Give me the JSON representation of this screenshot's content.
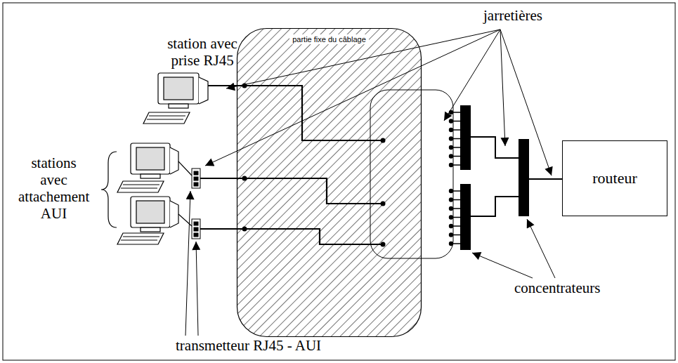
{
  "diagram": {
    "nodes": [
      {
        "text": [
          "partie fixe du câblage"
        ]
      },
      {
        "text": [
          "routeur"
        ]
      }
    ],
    "labels": [
      "station avec prise RJ45",
      "stations avec attachement AUI",
      "jarretières",
      "transmetteur RJ45 - AUI",
      "concentrateurs"
    ]
  }
}
